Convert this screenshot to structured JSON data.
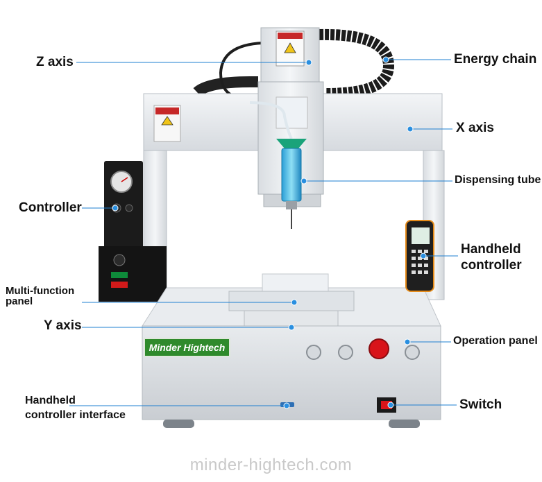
{
  "labels": {
    "z_axis": "Z axis",
    "energy_chain": "Energy chain",
    "x_axis": "X axis",
    "dispensing_tube": "Dispensing tube",
    "controller": "Controller",
    "handheld_controller_1": "Handheld",
    "handheld_controller_2": "controller",
    "multi_function_1": "Multi-function",
    "multi_function_2": "panel",
    "y_axis": "Y axis",
    "operation_panel": "Operation panel",
    "interface_1": "Handheld",
    "interface_2": "controller interface",
    "switch": "Switch"
  },
  "brand_logo": "Minder Hightech",
  "watermark": "minder-hightech.com",
  "colors": {
    "leader_line": "#1e7fd0",
    "dot": "#2a8fe0",
    "brand_green": "#2f8a2c",
    "frame": "#e9ecef",
    "emergency_red": "#d8141a"
  }
}
